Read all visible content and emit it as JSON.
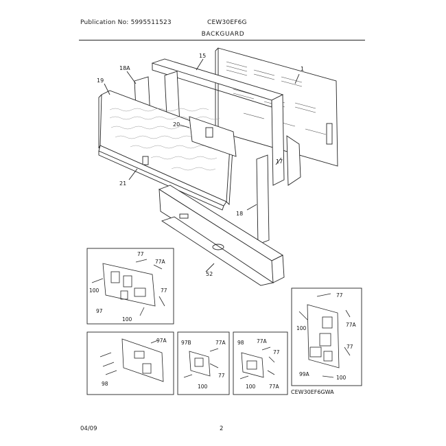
{
  "header": {
    "publication": "Publication No: 5995511523",
    "model": "CEW30EF6G",
    "section_title": "BACKGUARD"
  },
  "callouts": {
    "c1": "1",
    "c15": "15",
    "c18a": "18A",
    "c19": "19",
    "c20": "20",
    "c21": "21",
    "c17": "17",
    "c18": "18",
    "c52": "52"
  },
  "inset_left_top": {
    "l77": "77",
    "l77a": "77A",
    "l100a": "100",
    "l77b": "77",
    "l97": "97",
    "l100b": "100"
  },
  "inset_right": {
    "l77": "77",
    "l100": "100",
    "l77a": "77A",
    "l77b": "77",
    "l99a": "99A",
    "l100b": "100"
  },
  "inset_bottom_1": {
    "l97a": "97A",
    "l98": "98"
  },
  "inset_bottom_2": {
    "l97b": "97B",
    "l77a": "77A",
    "l77": "77",
    "l100": "100"
  },
  "inset_bottom_3": {
    "l98": "98",
    "l77a": "77A",
    "l77": "77",
    "l100": "100",
    "l77a2": "77A"
  },
  "model_caption": "CEW30EF6GWA",
  "footer": {
    "date": "04/09",
    "page": "2"
  }
}
